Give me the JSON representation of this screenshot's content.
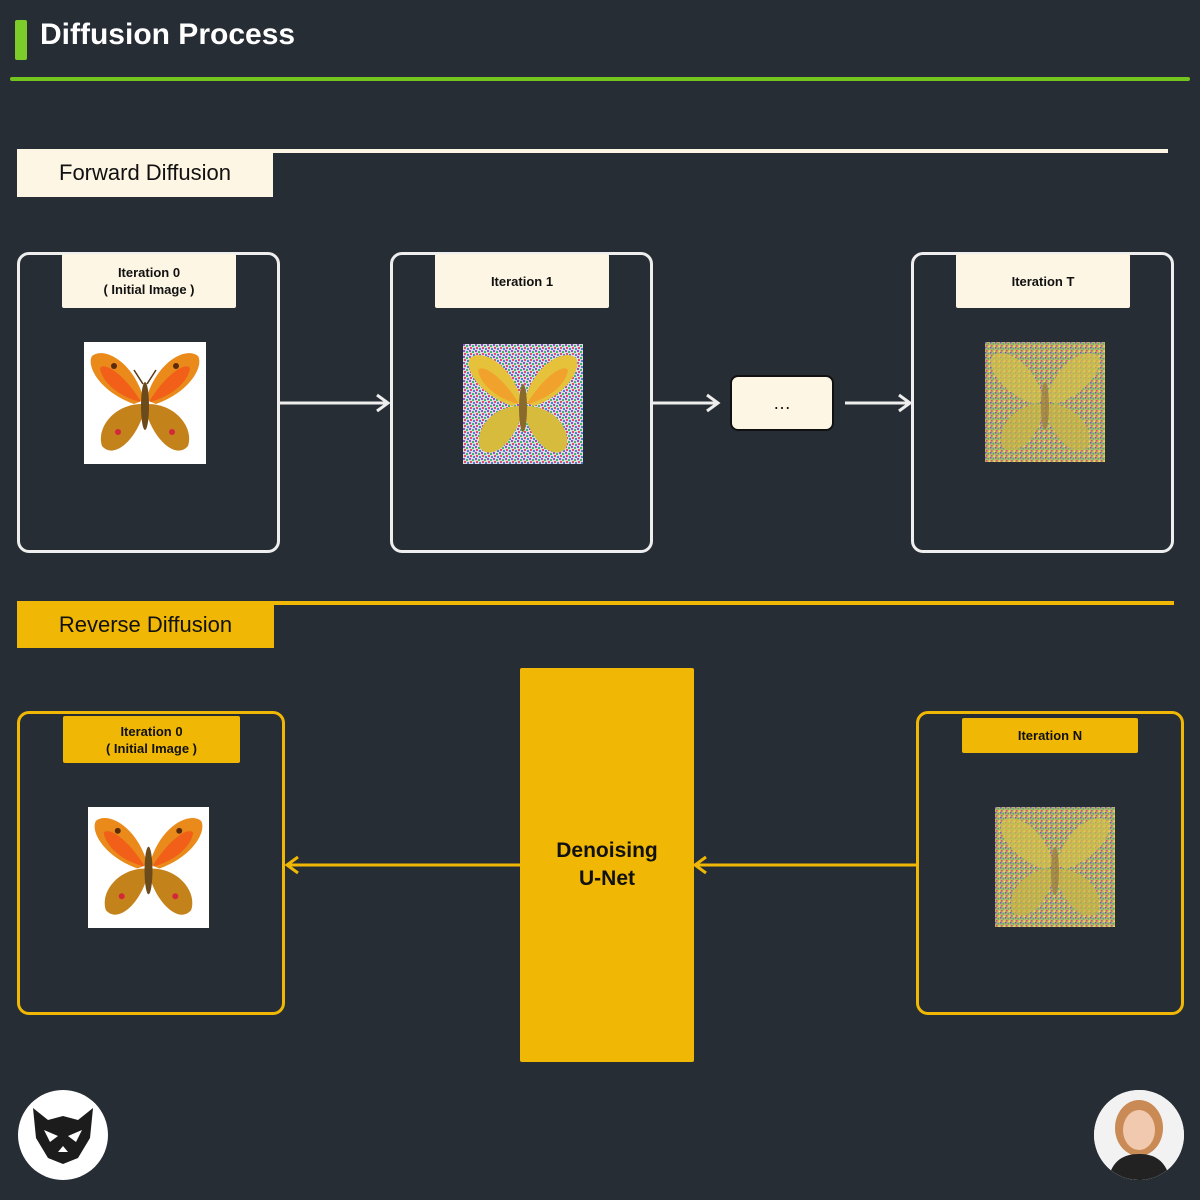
{
  "header": {
    "title": "Diffusion Process"
  },
  "forward": {
    "label": "Forward Diffusion",
    "stages": [
      {
        "line1": "Iteration 0",
        "line2": "( Initial Image )"
      },
      {
        "line1": "Iteration 1",
        "line2": ""
      },
      {
        "line1": "Iteration T",
        "line2": ""
      }
    ],
    "ellipsis": "…"
  },
  "reverse": {
    "label": "Reverse Diffusion",
    "output": {
      "line1": "Iteration 0",
      "line2": "( Initial Image )"
    },
    "input": {
      "line1": "Iteration N",
      "line2": ""
    },
    "model_line1": "Denoising",
    "model_line2": "U-Net"
  },
  "colors": {
    "accent_green": "#74c41f",
    "forward_color": "#eeeeee",
    "reverse_color": "#f0b705",
    "label_cream": "#fdf6e4",
    "background": "#272d34"
  },
  "icons": {
    "logo": "wolf-logo-icon",
    "avatar": "author-avatar",
    "image": "butterfly-image"
  }
}
